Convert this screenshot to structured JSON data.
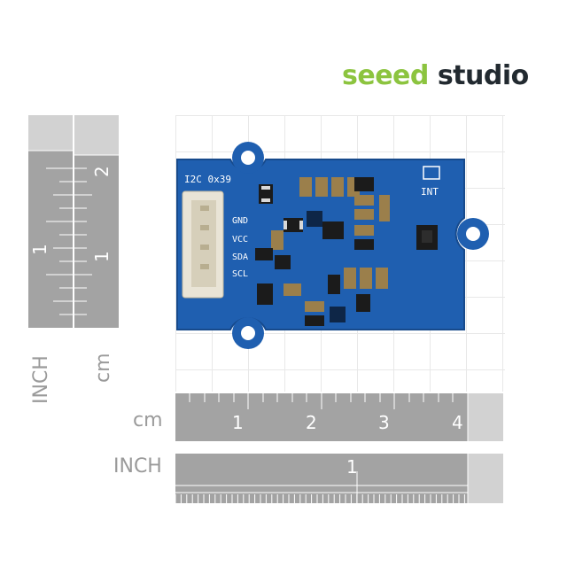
{
  "logo": {
    "part1": "seeed",
    "part2": "studio"
  },
  "rulers": {
    "cm_label": "cm",
    "inch_label": "INCH",
    "cm_ticks": [
      "1",
      "2",
      "3",
      "4"
    ],
    "inch_ticks": [
      "1"
    ],
    "vertical_cm_ticks": [
      "1",
      "2"
    ],
    "vertical_inch_tick": "1"
  },
  "board": {
    "i2c_label": "I2C 0x39",
    "int_label": "INT",
    "pins": [
      "GND",
      "VCC",
      "SDA",
      "SCL"
    ]
  },
  "colors": {
    "pcb": "#1f5fb0",
    "ruler": "#a3a3a3",
    "logo_green": "#8cc43f",
    "logo_dark": "#222a30"
  }
}
